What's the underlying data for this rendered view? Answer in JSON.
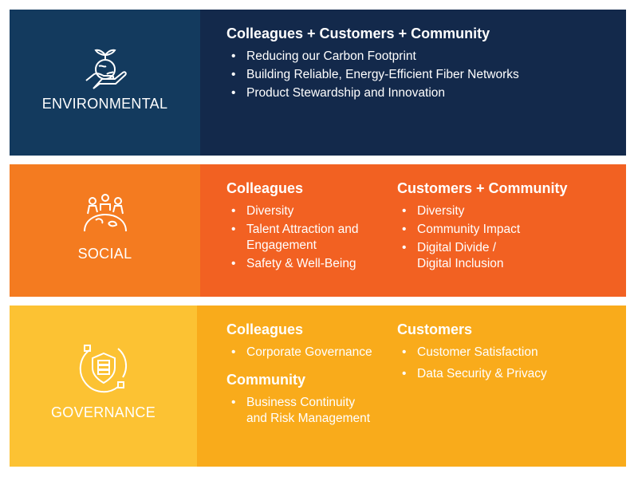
{
  "colors": {
    "env_left": "#133a5e",
    "env_right": "#13294b",
    "soc_left": "#f47b20",
    "soc_right": "#f26122",
    "gov_left": "#fcc233",
    "gov_right": "#f9ab1b"
  },
  "environmental": {
    "label": "ENVIRONMENTAL",
    "icon": "hand-globe-sprout-icon",
    "heading": "Colleagues + Customers + Community",
    "items": [
      "Reducing our Carbon Footprint",
      "Building Reliable, Energy-Efficient Fiber Networks",
      "Product Stewardship and Innovation"
    ]
  },
  "social": {
    "label": "SOCIAL",
    "icon": "people-on-globe-icon",
    "colleagues": {
      "heading": "Colleagues",
      "items": [
        "Diversity",
        "Talent Attraction and Engagement",
        "Safety & Well-Being"
      ]
    },
    "customers_community": {
      "heading": "Customers + Community",
      "items": [
        "Diversity",
        "Community Impact",
        "Digital Divide / Digital Inclusion"
      ]
    }
  },
  "governance": {
    "label": "GOVERNANCE",
    "icon": "shield-server-icon",
    "colleagues": {
      "heading": "Colleagues",
      "items": [
        "Corporate Governance"
      ]
    },
    "community": {
      "heading": "Community",
      "items": [
        "Business Continuity and Risk Management"
      ]
    },
    "customers": {
      "heading": "Customers",
      "items": [
        "Customer Satisfaction",
        "Data Security & Privacy"
      ]
    }
  }
}
